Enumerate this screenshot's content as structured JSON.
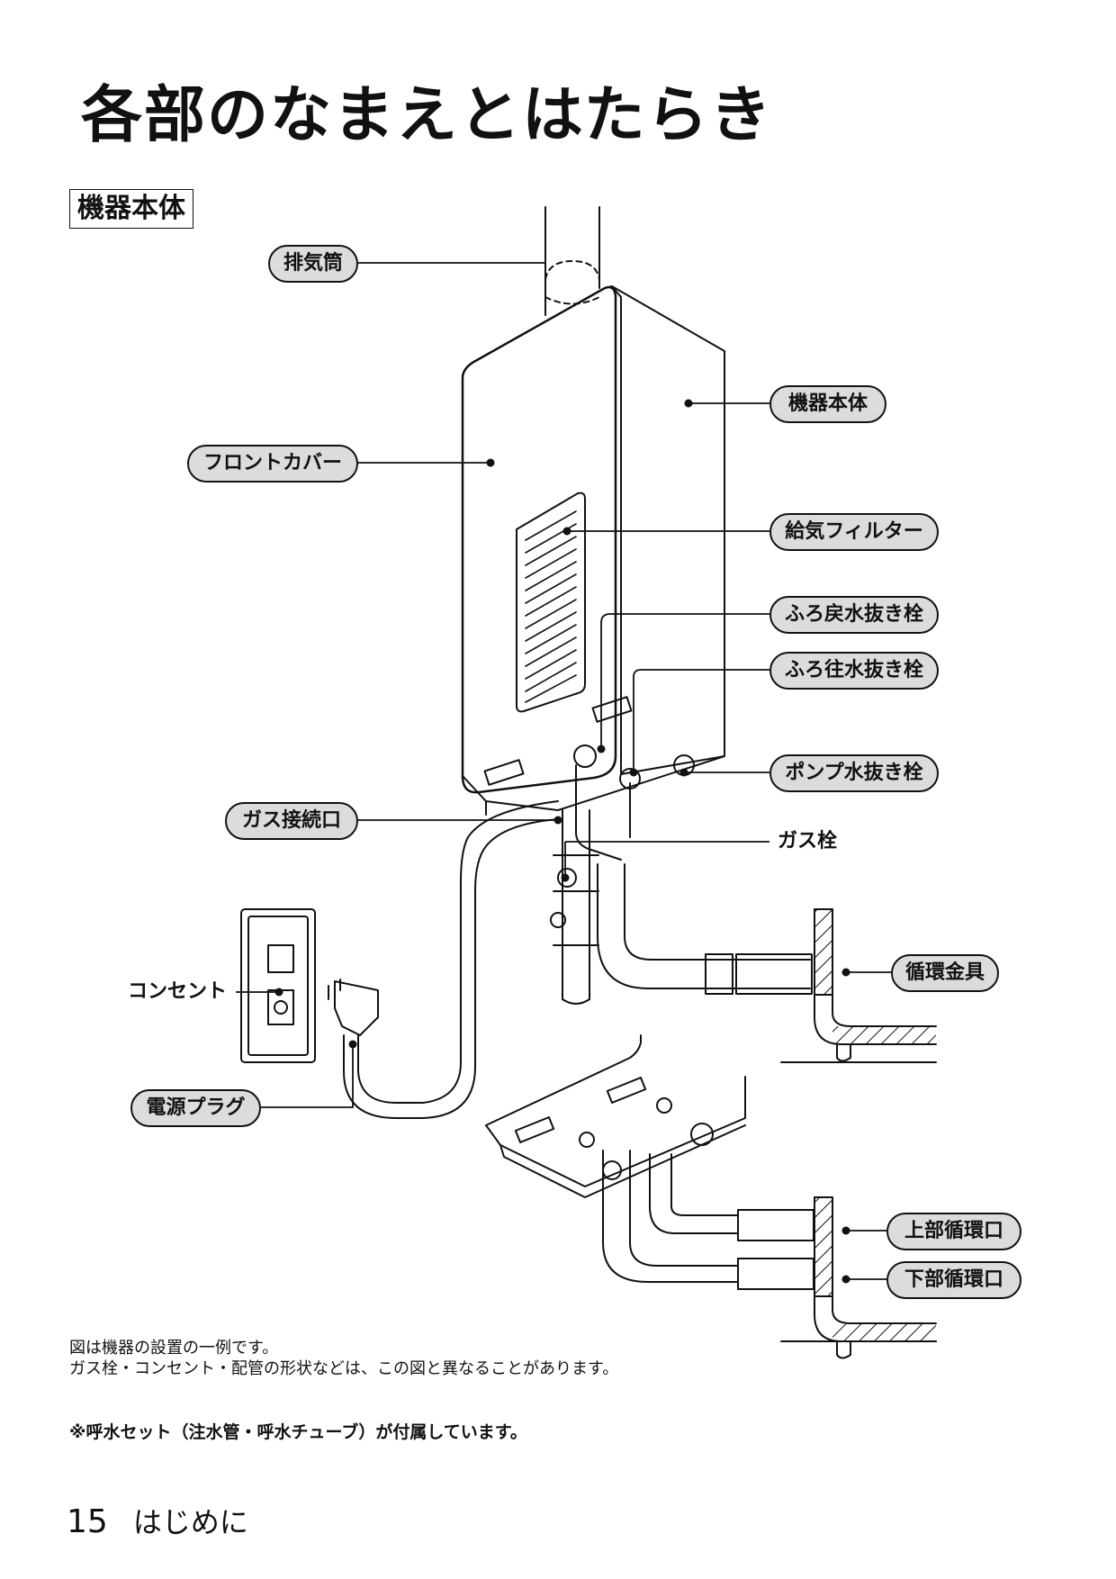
{
  "title": "各部のなまえとはたらき",
  "section_label": "機器本体",
  "labels": {
    "exhaust_pipe": "排気筒",
    "unit_body": "機器本体",
    "front_cover": "フロントカバー",
    "intake_filter": "給気フィルター",
    "bath_return_drain_plug": "ふろ戻水抜き栓",
    "bath_supply_drain_plug": "ふろ往水抜き栓",
    "pump_drain_plug": "ポンプ水抜き栓",
    "gas_connection": "ガス接続口",
    "gas_valve": "ガス栓",
    "circulation_fitting": "循環金具",
    "outlet": "コンセント",
    "power_plug": "電源プラグ",
    "upper_circulation_port": "上部循環口",
    "lower_circulation_port": "下部循環口"
  },
  "notes": {
    "line1": "図は機器の設置の一例です。",
    "line2": "ガス栓・コンセント・配管の形状などは、この図と異なることがあります。",
    "accessory": "※呼水セット（注水管・呼水チューブ）が付属しています。"
  },
  "footer": {
    "page_number": "15",
    "section": "はじめに"
  }
}
